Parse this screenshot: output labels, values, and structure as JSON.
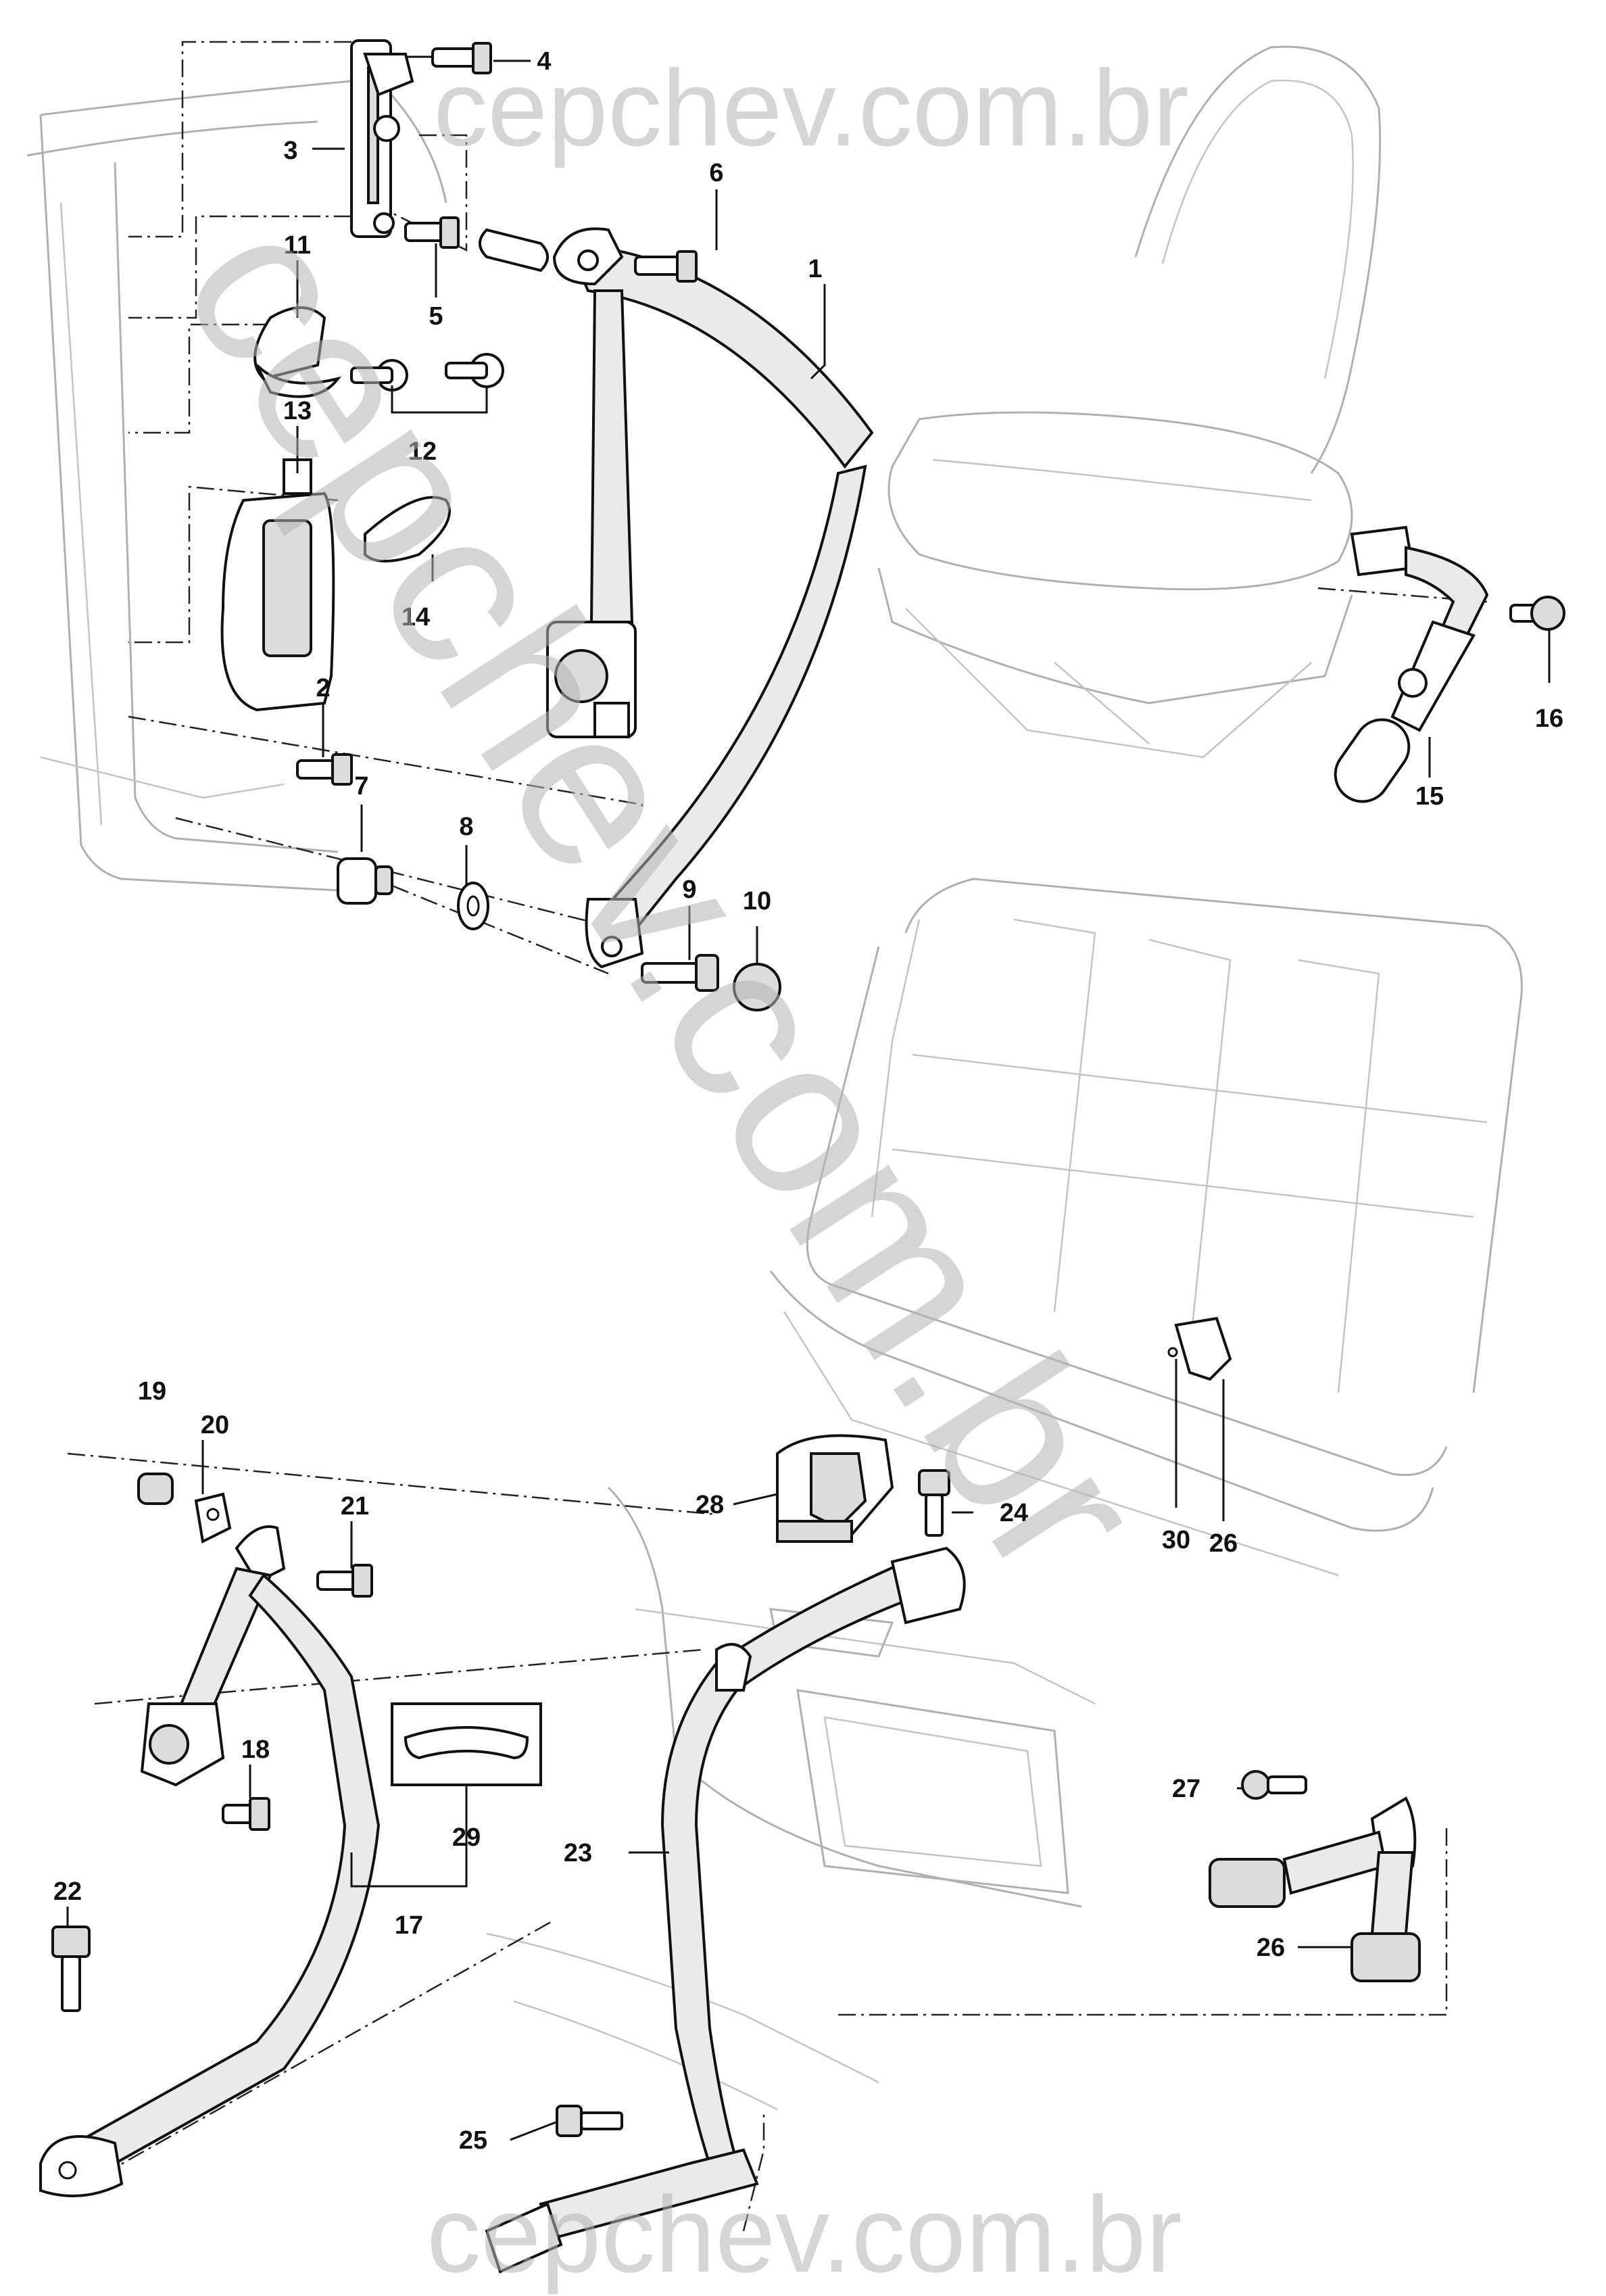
{
  "watermark": {
    "top": "cepchev.com.br",
    "bottom": "cepchev.com.br",
    "diagonal": "cepchev.com.br"
  },
  "callouts": [
    "1",
    "2",
    "3",
    "4",
    "5",
    "6",
    "7",
    "8",
    "9",
    "10",
    "11",
    "12",
    "13",
    "14",
    "15",
    "16",
    "17",
    "18",
    "19",
    "20",
    "21",
    "22",
    "23",
    "24",
    "25",
    "26",
    "26",
    "27",
    "28",
    "29",
    "30"
  ],
  "colors": {
    "ink": "#111111",
    "ghost": "#b0b0b0",
    "watermark": "#b4b4b4"
  }
}
